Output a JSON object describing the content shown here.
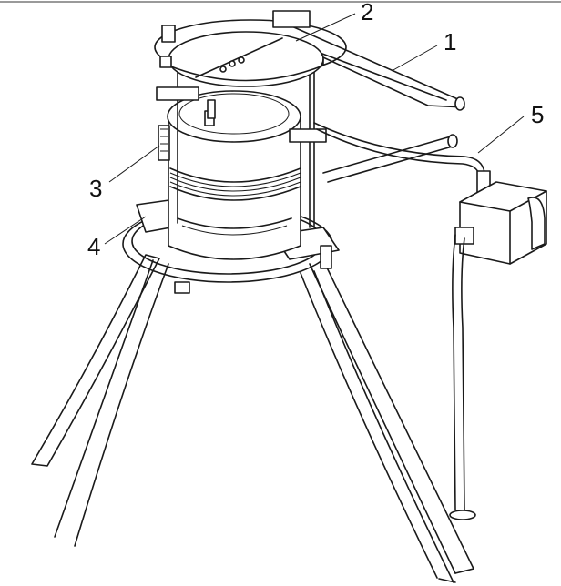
{
  "figure": {
    "labels": [
      {
        "id": "label-1",
        "text": "1"
      },
      {
        "id": "label-2",
        "text": "2"
      },
      {
        "id": "label-3",
        "text": "3"
      },
      {
        "id": "label-4",
        "text": "4"
      },
      {
        "id": "label-5",
        "text": "5"
      }
    ]
  }
}
